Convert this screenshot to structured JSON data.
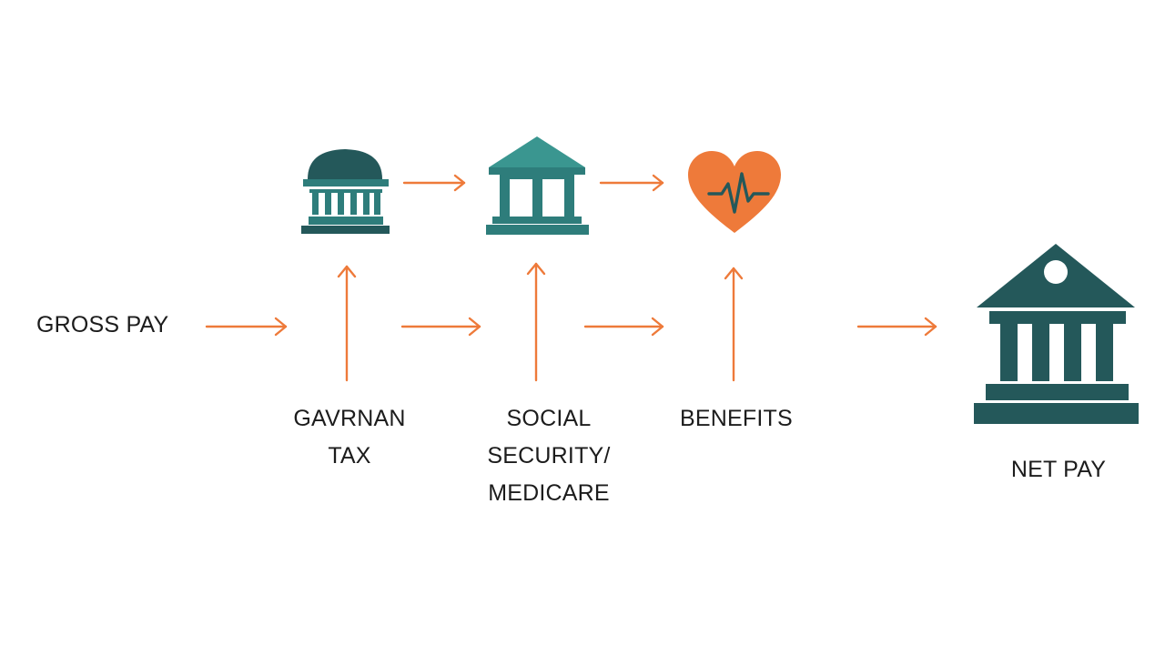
{
  "colors": {
    "teal": "#2e7d7b",
    "teal_dark": "#24585a",
    "teal_light": "#3a9690",
    "orange": "#ee7a3a",
    "text": "#1c1c1c"
  },
  "labels": {
    "gross_pay": "GROSS PAY",
    "government_tax_line1": "GAVRNAN",
    "government_tax_line2": "TAX",
    "social_security_line1": "SOCIAL",
    "social_security_line2": "SECURITY/",
    "social_security_line3": "MEDICARE",
    "benefits": "BENEFITS",
    "net_pay": "NET PAY"
  },
  "icons": {
    "government_tax": "domed-building-icon",
    "social_security": "columned-building-icon",
    "benefits": "heart-pulse-icon",
    "net_pay": "bank-building-icon"
  }
}
